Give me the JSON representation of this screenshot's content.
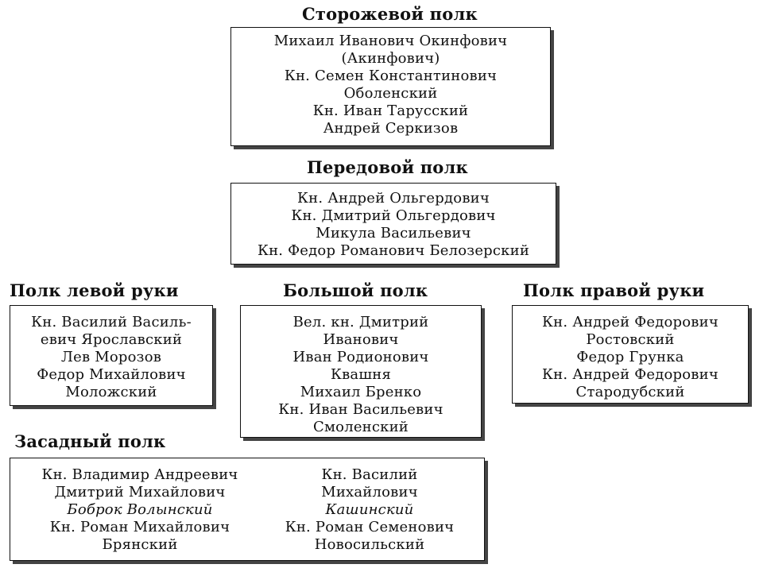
{
  "storozhevoy": {
    "title": "Сторожевой полк",
    "lines": [
      "Михаил Иванович Окинфович",
      "(Акинфович)",
      "Кн. Семен Константинович",
      "Оболенский",
      "Кн. Иван Тарусский",
      "Андрей Серкизов"
    ]
  },
  "peredovoy": {
    "title": "Передовой полк",
    "lines": [
      "Кн. Андрей Ольгердович",
      "Кн. Дмитрий Ольгердович",
      "Микула Васильевич",
      "Кн. Федор Романович Белозерский"
    ]
  },
  "levoy_ruki": {
    "title": "Полк левой руки",
    "lines": [
      "Кн. Василий Василь-",
      "евич Ярославский",
      "Лев Морозов",
      "Федор Михайлович",
      "Моложский"
    ]
  },
  "bolshoy": {
    "title": "Большой полк",
    "lines": [
      "Вел. кн. Дмитрий",
      "Иванович",
      "Иван Родионович",
      "Квашня",
      "Михаил Бренко",
      "Кн. Иван Васильевич",
      "Смоленский"
    ]
  },
  "pravoy_ruki": {
    "title": "Полк правой руки",
    "lines": [
      "Кн. Андрей Федорович",
      "Ростовский",
      "Федор Грунка",
      "Кн. Андрей Федорович",
      "Стародубский"
    ]
  },
  "zasadny": {
    "title": "Засадный полк",
    "left_lines": [
      "Кн. Владимир Андреевич",
      "Дмитрий Михайлович",
      "Боброк Волынский",
      "Кн. Роман Михайлович",
      "Брянский"
    ],
    "right_lines": [
      "Кн. Василий",
      "Михайлович",
      "Кашинский",
      "Кн. Роман Семенович",
      "Новосильский"
    ]
  }
}
